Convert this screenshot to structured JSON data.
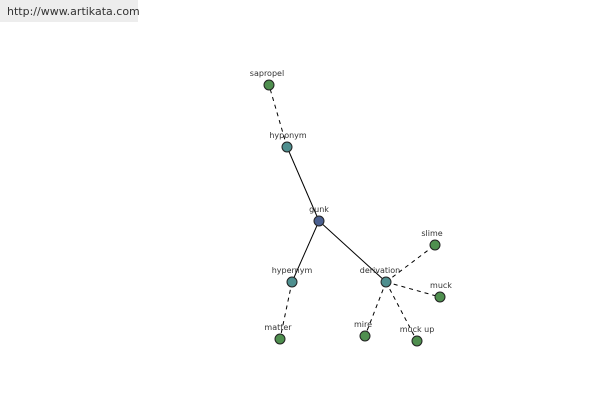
{
  "header": {
    "url": "http://www.artikata.com"
  },
  "graph": {
    "colors": {
      "center": "#4a5f8f",
      "relation": "#4f8f8f",
      "leaf": "#4f8f4f",
      "stroke": "#222222",
      "edge": "#000000"
    },
    "nodes": [
      {
        "id": "gunk",
        "label": "gunk",
        "kind": "center"
      },
      {
        "id": "hyponym",
        "label": "hyponym",
        "kind": "relation"
      },
      {
        "id": "hypernym",
        "label": "hypernym",
        "kind": "relation"
      },
      {
        "id": "derivation",
        "label": "derivation",
        "kind": "relation"
      },
      {
        "id": "sapropel",
        "label": "sapropel",
        "kind": "leaf"
      },
      {
        "id": "matter",
        "label": "matter",
        "kind": "leaf"
      },
      {
        "id": "slime",
        "label": "slime",
        "kind": "leaf"
      },
      {
        "id": "muck",
        "label": "muck",
        "kind": "leaf"
      },
      {
        "id": "mire",
        "label": "mire",
        "kind": "leaf"
      },
      {
        "id": "muck-up",
        "label": "muck up",
        "kind": "leaf"
      }
    ],
    "edges": [
      {
        "from": "gunk",
        "to": "hyponym",
        "style": "solid"
      },
      {
        "from": "gunk",
        "to": "hypernym",
        "style": "solid"
      },
      {
        "from": "gunk",
        "to": "derivation",
        "style": "solid"
      },
      {
        "from": "hyponym",
        "to": "sapropel",
        "style": "dashed"
      },
      {
        "from": "hypernym",
        "to": "matter",
        "style": "dashed"
      },
      {
        "from": "derivation",
        "to": "slime",
        "style": "dashed"
      },
      {
        "from": "derivation",
        "to": "muck",
        "style": "dashed"
      },
      {
        "from": "derivation",
        "to": "mire",
        "style": "dashed"
      },
      {
        "from": "derivation",
        "to": "muck-up",
        "style": "dashed"
      }
    ]
  }
}
